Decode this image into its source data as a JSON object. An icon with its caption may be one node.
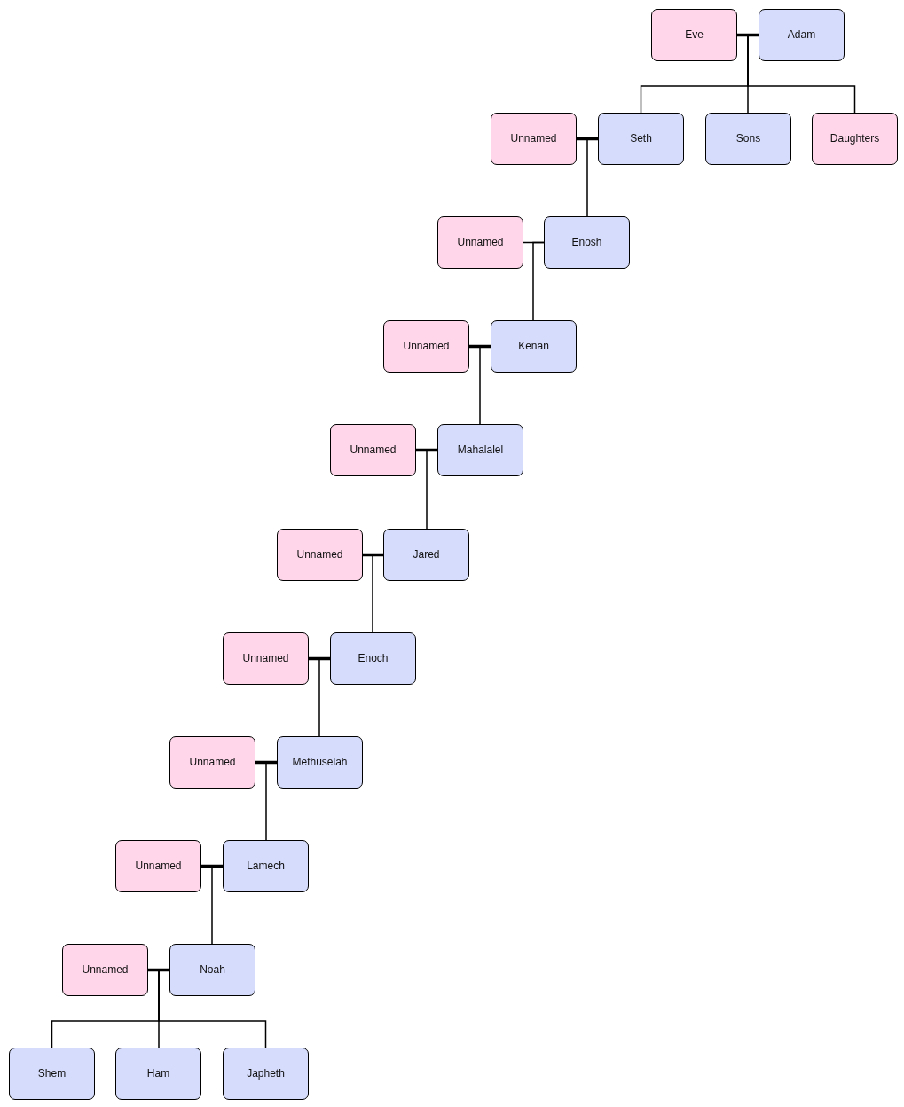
{
  "diagram": {
    "nodes": [
      {
        "text": [
          "Eve"
        ]
      },
      {
        "text": [
          "Adam"
        ]
      },
      {
        "text": [
          "Unnamed"
        ]
      },
      {
        "text": [
          "Seth"
        ]
      },
      {
        "text": [
          "Sons"
        ]
      },
      {
        "text": [
          "Daughters"
        ]
      },
      {
        "text": [
          "Unnamed"
        ]
      },
      {
        "text": [
          "Enosh"
        ]
      },
      {
        "text": [
          "Unnamed"
        ]
      },
      {
        "text": [
          "Kenan"
        ]
      },
      {
        "text": [
          "Unnamed"
        ]
      },
      {
        "text": [
          "Mahalalel"
        ]
      },
      {
        "text": [
          "Unnamed"
        ]
      },
      {
        "text": [
          "Jared"
        ]
      },
      {
        "text": [
          "Unnamed"
        ]
      },
      {
        "text": [
          "Enoch"
        ]
      },
      {
        "text": [
          "Unnamed"
        ]
      },
      {
        "text": [
          "Methuselah"
        ]
      },
      {
        "text": [
          "Unnamed"
        ]
      },
      {
        "text": [
          "Lamech"
        ]
      },
      {
        "text": [
          "Unnamed"
        ]
      },
      {
        "text": [
          "Noah"
        ]
      },
      {
        "text": [
          "Shem"
        ]
      },
      {
        "text": [
          "Ham"
        ]
      },
      {
        "text": [
          "Japheth"
        ]
      }
    ],
    "edges": [
      {
        "from": 0,
        "to": 1,
        "arrow": "none",
        "style": "thick"
      },
      {
        "from": 1,
        "to": 3,
        "arrow": "none"
      },
      {
        "from": 1,
        "to": 4,
        "arrow": "none"
      },
      {
        "from": 1,
        "to": 5,
        "arrow": "none"
      },
      {
        "from": 2,
        "to": 3,
        "arrow": "none",
        "style": "thick"
      },
      {
        "from": 3,
        "to": 7,
        "arrow": "none"
      },
      {
        "from": 6,
        "to": 7,
        "arrow": "none"
      },
      {
        "from": 7,
        "to": 9,
        "arrow": "none"
      },
      {
        "from": 8,
        "to": 9,
        "arrow": "none",
        "style": "thick"
      },
      {
        "from": 9,
        "to": 11,
        "arrow": "none"
      },
      {
        "from": 10,
        "to": 11,
        "arrow": "none",
        "style": "thick"
      },
      {
        "from": 11,
        "to": 13,
        "arrow": "none"
      },
      {
        "from": 12,
        "to": 13,
        "arrow": "none",
        "style": "thick"
      },
      {
        "from": 13,
        "to": 15,
        "arrow": "none"
      },
      {
        "from": 14,
        "to": 15,
        "arrow": "none",
        "style": "thick"
      },
      {
        "from": 15,
        "to": 17,
        "arrow": "none"
      },
      {
        "from": 16,
        "to": 17,
        "arrow": "none",
        "style": "thick"
      },
      {
        "from": 17,
        "to": 19,
        "arrow": "none"
      },
      {
        "from": 18,
        "to": 19,
        "arrow": "none",
        "style": "thick"
      },
      {
        "from": 19,
        "to": 21,
        "arrow": "none"
      },
      {
        "from": 20,
        "to": 21,
        "arrow": "none",
        "style": "thick"
      },
      {
        "from": 21,
        "to": 22,
        "arrow": "none"
      },
      {
        "from": 21,
        "to": 23,
        "arrow": "none"
      },
      {
        "from": 21,
        "to": 24,
        "arrow": "none"
      }
    ]
  }
}
